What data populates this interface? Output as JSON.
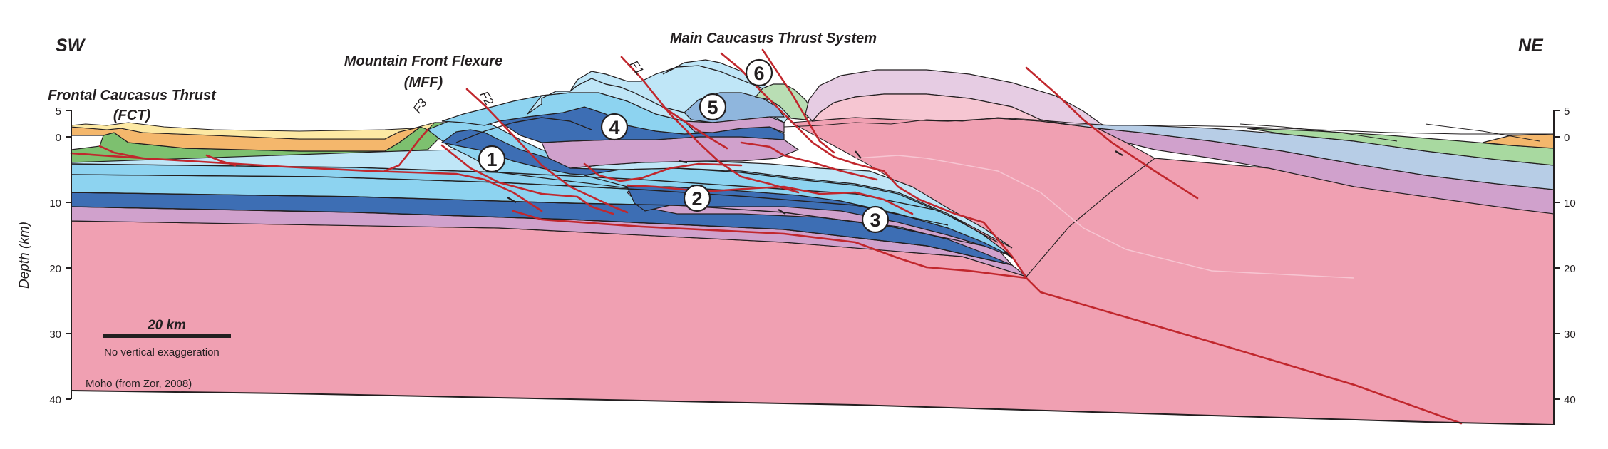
{
  "labels": {
    "sw": "SW",
    "ne": "NE",
    "mcts": "Main Caucasus Thrust System",
    "mff_line1": "Mountain Front Flexure",
    "mff_line2": "(MFF)",
    "fct_line1": "Frontal Caucasus Thrust",
    "fct_line2": "(FCT)",
    "f1": "F1",
    "f2": "F2",
    "f3": "F3",
    "y_axis_title": "Depth (km)",
    "scale_bar": "20 km",
    "no_exag": "No vertical exaggeration",
    "moho": "Moho (from Zor, 2008)"
  },
  "depth_ticks": [
    "5",
    "0",
    "10",
    "20",
    "30",
    "40"
  ],
  "circled_numbers": [
    "1",
    "2",
    "3",
    "4",
    "5",
    "6"
  ],
  "colors": {
    "basement_pink": "#f0a0b2",
    "light_pink": "#f6c6d2",
    "lilac": "#d0a1cc",
    "pale_lilac": "#e6cce3",
    "light_blue": "#8dd3f0",
    "pale_blue": "#bfe6f7",
    "dark_blue": "#3d6eb4",
    "green": "#7dc06f",
    "pale_green": "#b9deb4",
    "orange": "#f4b76c",
    "yellow": "#fde9a4",
    "steel_blue": "#b7cde6",
    "fault_red": "#c1272d"
  }
}
